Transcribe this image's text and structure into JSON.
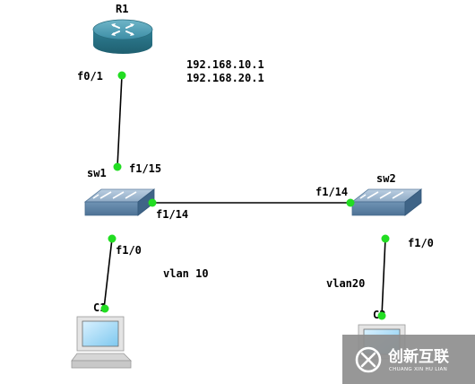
{
  "router": {
    "name": "R1",
    "port": "f0/1",
    "ip_lines": [
      "192.168.10.1",
      "192.168.20.1"
    ]
  },
  "sw1": {
    "name": "sw1",
    "port_uplink": "f1/15",
    "port_trunk": "f1/14",
    "port_access": "f1/0",
    "vlan": "vlan 10"
  },
  "sw2": {
    "name": "sw2",
    "port_trunk": "f1/14",
    "port_access": "f1/0",
    "vlan": "vlan20"
  },
  "pc1": {
    "name": "C1"
  },
  "pc2": {
    "name": "C2"
  },
  "watermark": {
    "brand_cn": "创新互联",
    "brand_en": "CHUANG XIN HU LIAN"
  },
  "colors": {
    "port_dot": "#22dd22",
    "link": "#000000",
    "router": "#2f7f94",
    "switch": "#5f88a8",
    "watermark_bg": "#909090"
  },
  "icons": {
    "router": "router-icon",
    "switch": "switch-icon",
    "pc": "computer-icon",
    "logo": "brand-logo-icon"
  }
}
